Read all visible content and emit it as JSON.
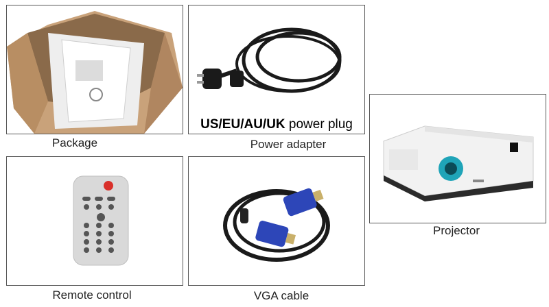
{
  "items": [
    {
      "caption": "Package",
      "icon": "box-package-icon"
    },
    {
      "caption": "Power adapter",
      "icon": "power-cord-icon",
      "overlay_bold": "US/EU/AU/UK",
      "overlay_rest": " power plug"
    },
    {
      "caption": "Remote control",
      "icon": "remote-control-icon"
    },
    {
      "caption": "VGA cable",
      "icon": "vga-cable-icon"
    },
    {
      "caption": "Projector",
      "icon": "projector-icon"
    }
  ],
  "colors": {
    "border": "#555555",
    "box": "#c9a27a",
    "cable": "#1a1a1a",
    "vga_blue": "#2d46b8",
    "remote": "#d9d9d9",
    "projector": "#f2f2f2",
    "lens": "#1fa4b8"
  }
}
